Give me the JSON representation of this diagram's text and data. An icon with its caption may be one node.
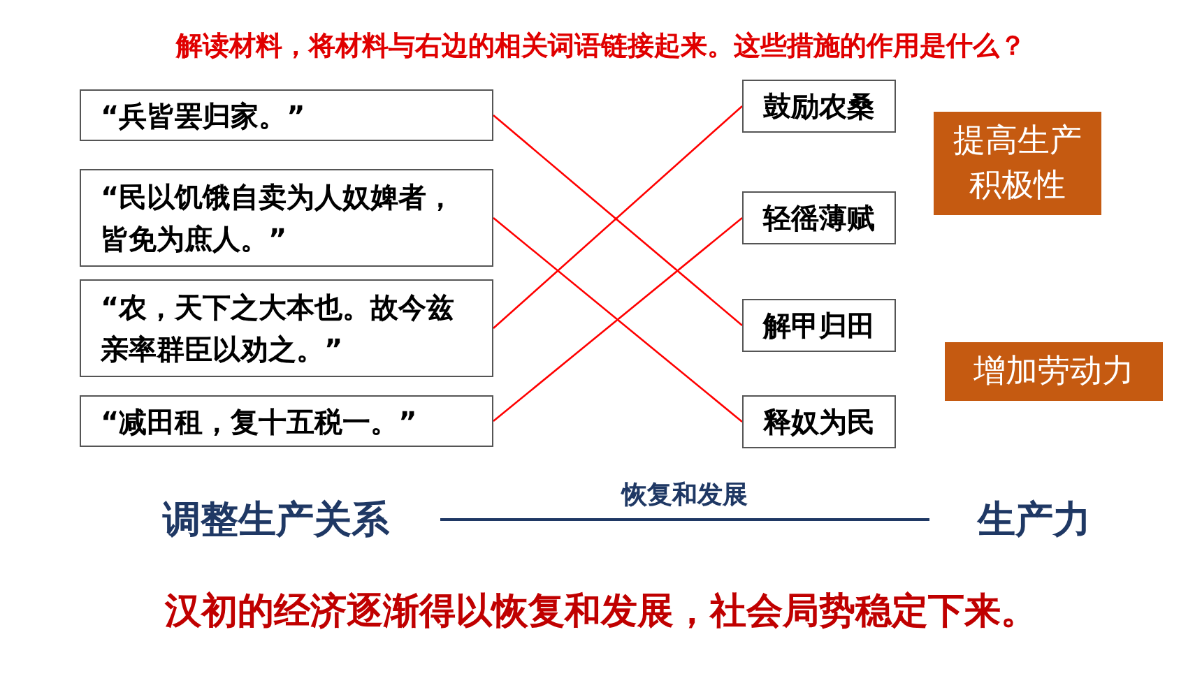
{
  "diagram": {
    "title": "解读材料，将材料与右边的相关词语链接起来。这些措施的作用是什么？",
    "nodes": [
      {
        "text": [
          "“兵皆罢归家。”"
        ]
      },
      {
        "text": [
          "“民以饥饿自卖为人奴婢者，皆免为庶人。”"
        ]
      },
      {
        "text": [
          "“农，天下之大本也。故今兹亲率群臣以劝之。”"
        ]
      },
      {
        "text": [
          "“减田租，复十五税一。”"
        ]
      },
      {
        "text": [
          "鼓励农桑"
        ]
      },
      {
        "text": [
          "轻徭薄赋"
        ]
      },
      {
        "text": [
          "解甲归田"
        ]
      },
      {
        "text": [
          "释奴为民"
        ]
      },
      {
        "text": [
          "提高生产积极性"
        ]
      },
      {
        "text": [
          "增加劳动力"
        ]
      },
      {
        "text": [
          "调整生产关系"
        ]
      },
      {
        "text": [
          "生产力"
        ]
      }
    ],
    "edges": [
      {
        "from": 0,
        "to": 6,
        "arrow": "none"
      },
      {
        "from": 1,
        "to": 7,
        "arrow": "none"
      },
      {
        "from": 2,
        "to": 4,
        "arrow": "none"
      },
      {
        "from": 3,
        "to": 5,
        "arrow": "none"
      },
      {
        "from": 10,
        "to": 11,
        "arrow": "none",
        "label": "恢复和发展",
        "color": "#1f3864"
      }
    ],
    "caption": "汉初的经济逐渐得以恢复和发展，社会局势稳定下来。"
  }
}
